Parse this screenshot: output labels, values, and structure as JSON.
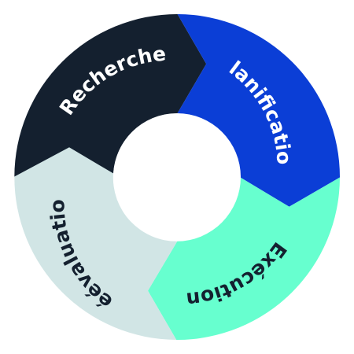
{
  "diagram": {
    "type": "cycle",
    "segments": [
      {
        "label": "Recherche",
        "color": "#14202f",
        "text_color": "#ffffff"
      },
      {
        "label": "Planification",
        "color": "#0b3ed6",
        "text_color": "#ffffff"
      },
      {
        "label": "Exécution",
        "color": "#67ffcf",
        "text_color": "#14202f"
      },
      {
        "label": "Réévaluation",
        "color": "#d1e5e5",
        "text_color": "#14202f"
      }
    ]
  }
}
